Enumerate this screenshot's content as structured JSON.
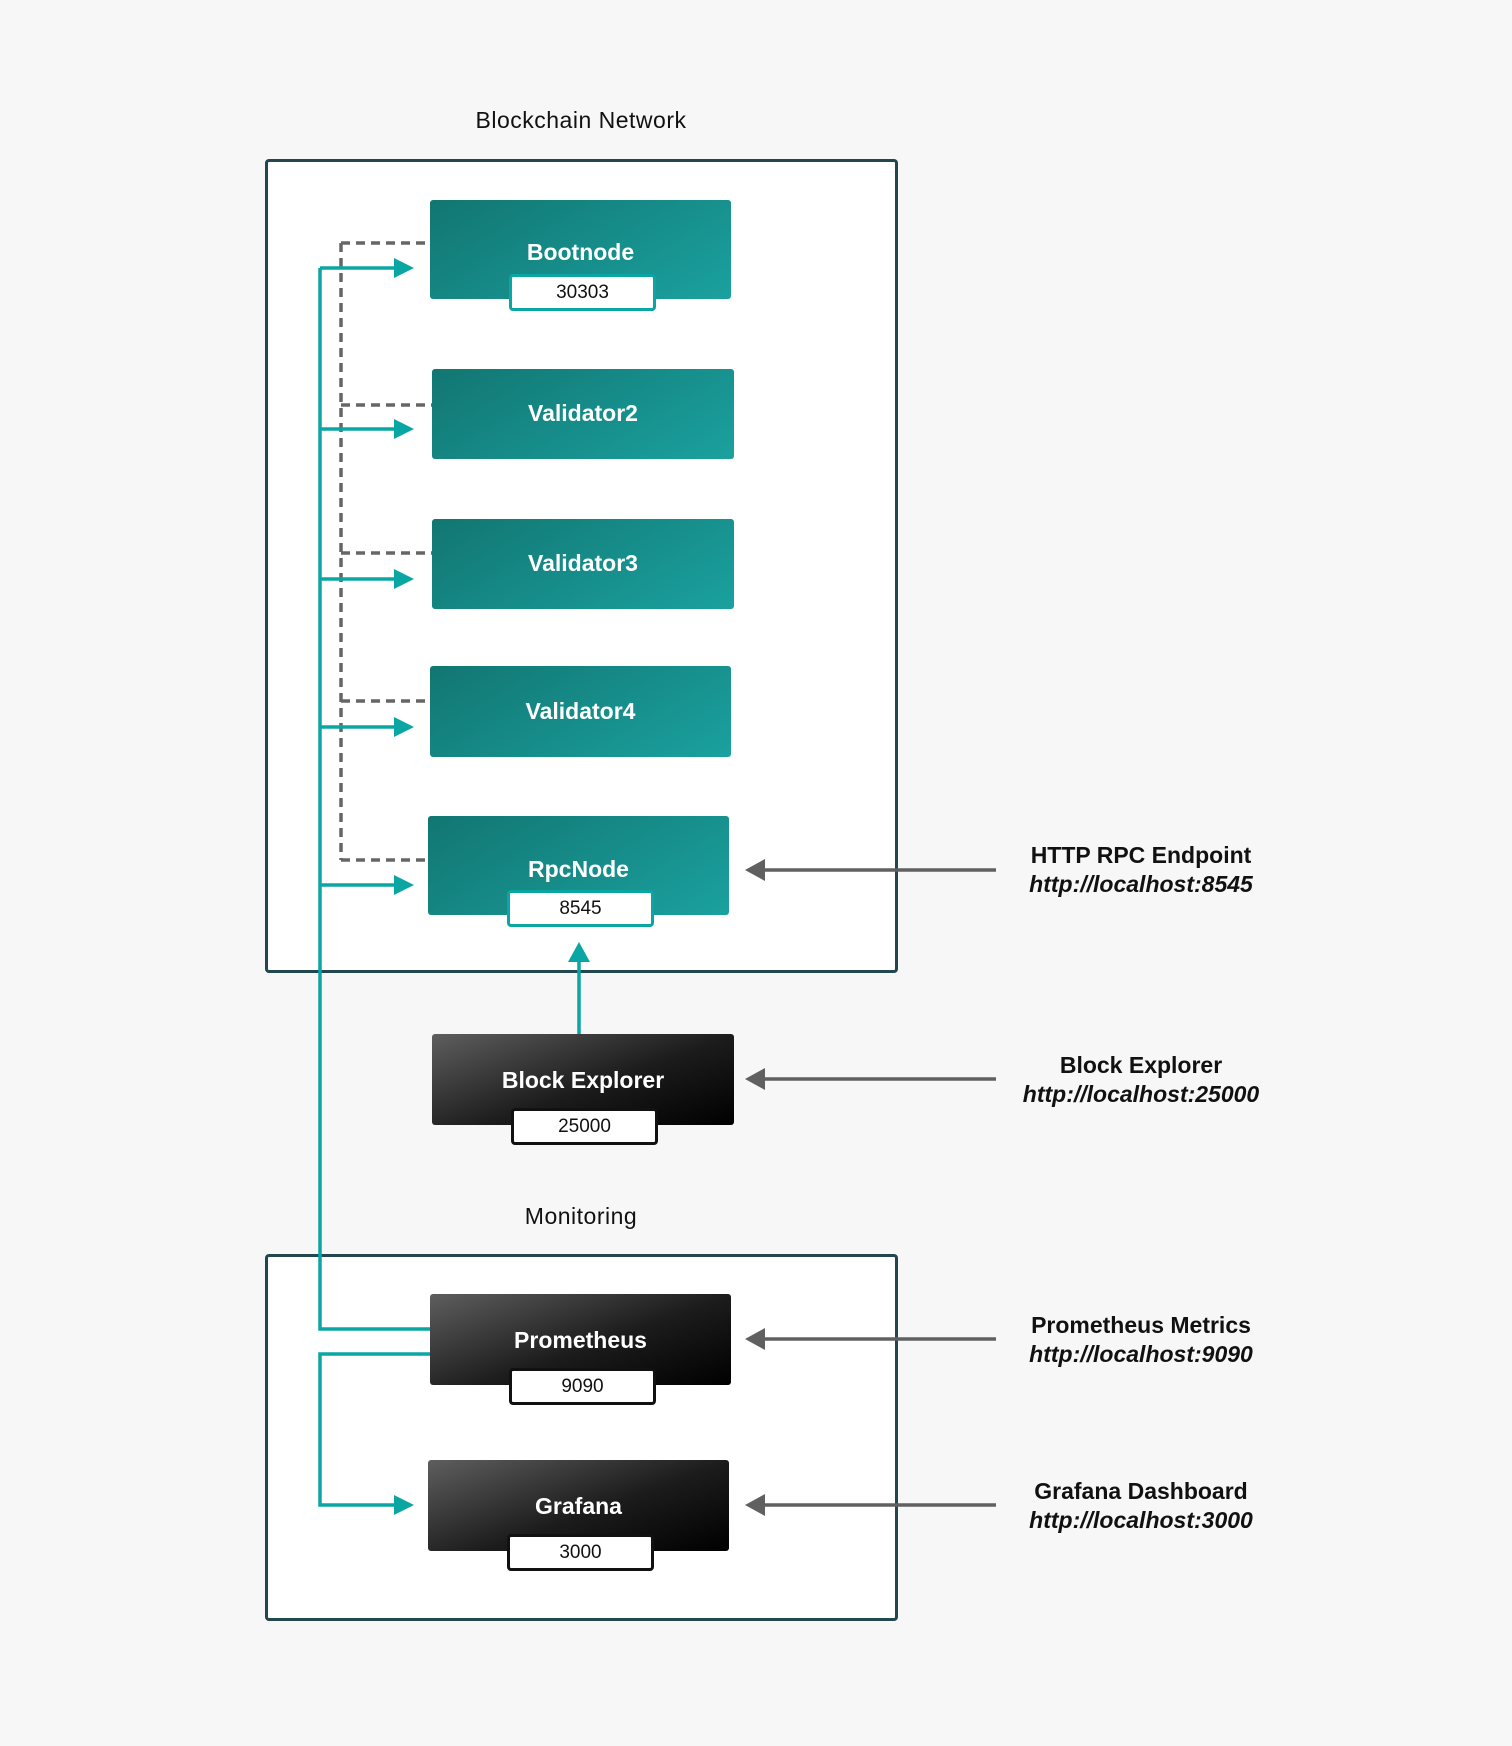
{
  "groups": {
    "blockchain": {
      "title": "Blockchain Network"
    },
    "monitoring": {
      "title": "Monitoring"
    }
  },
  "nodes": {
    "bootnode": {
      "name": "Bootnode",
      "port": "30303"
    },
    "validator2": {
      "name": "Validator2"
    },
    "validator3": {
      "name": "Validator3"
    },
    "validator4": {
      "name": "Validator4"
    },
    "rpcnode": {
      "name": "RpcNode",
      "port": "8545"
    },
    "block_explorer": {
      "name": "Block Explorer",
      "port": "25000"
    },
    "prometheus": {
      "name": "Prometheus",
      "port": "9090"
    },
    "grafana": {
      "name": "Grafana",
      "port": "3000"
    }
  },
  "endpoints": [
    {
      "title": "HTTP RPC Endpoint",
      "url": "http://localhost:8545"
    },
    {
      "title": "Block Explorer",
      "url": "http://localhost:25000"
    },
    {
      "title": "Prometheus Metrics",
      "url": "http://localhost:9090"
    },
    {
      "title": "Grafana Dashboard",
      "url": "http://localhost:3000"
    }
  ],
  "colors": {
    "teal": "#0aa6a3",
    "box_border": "#23474f",
    "dashed": "#666666",
    "arrow_gray": "#606060",
    "background": "#f7f7f7"
  }
}
